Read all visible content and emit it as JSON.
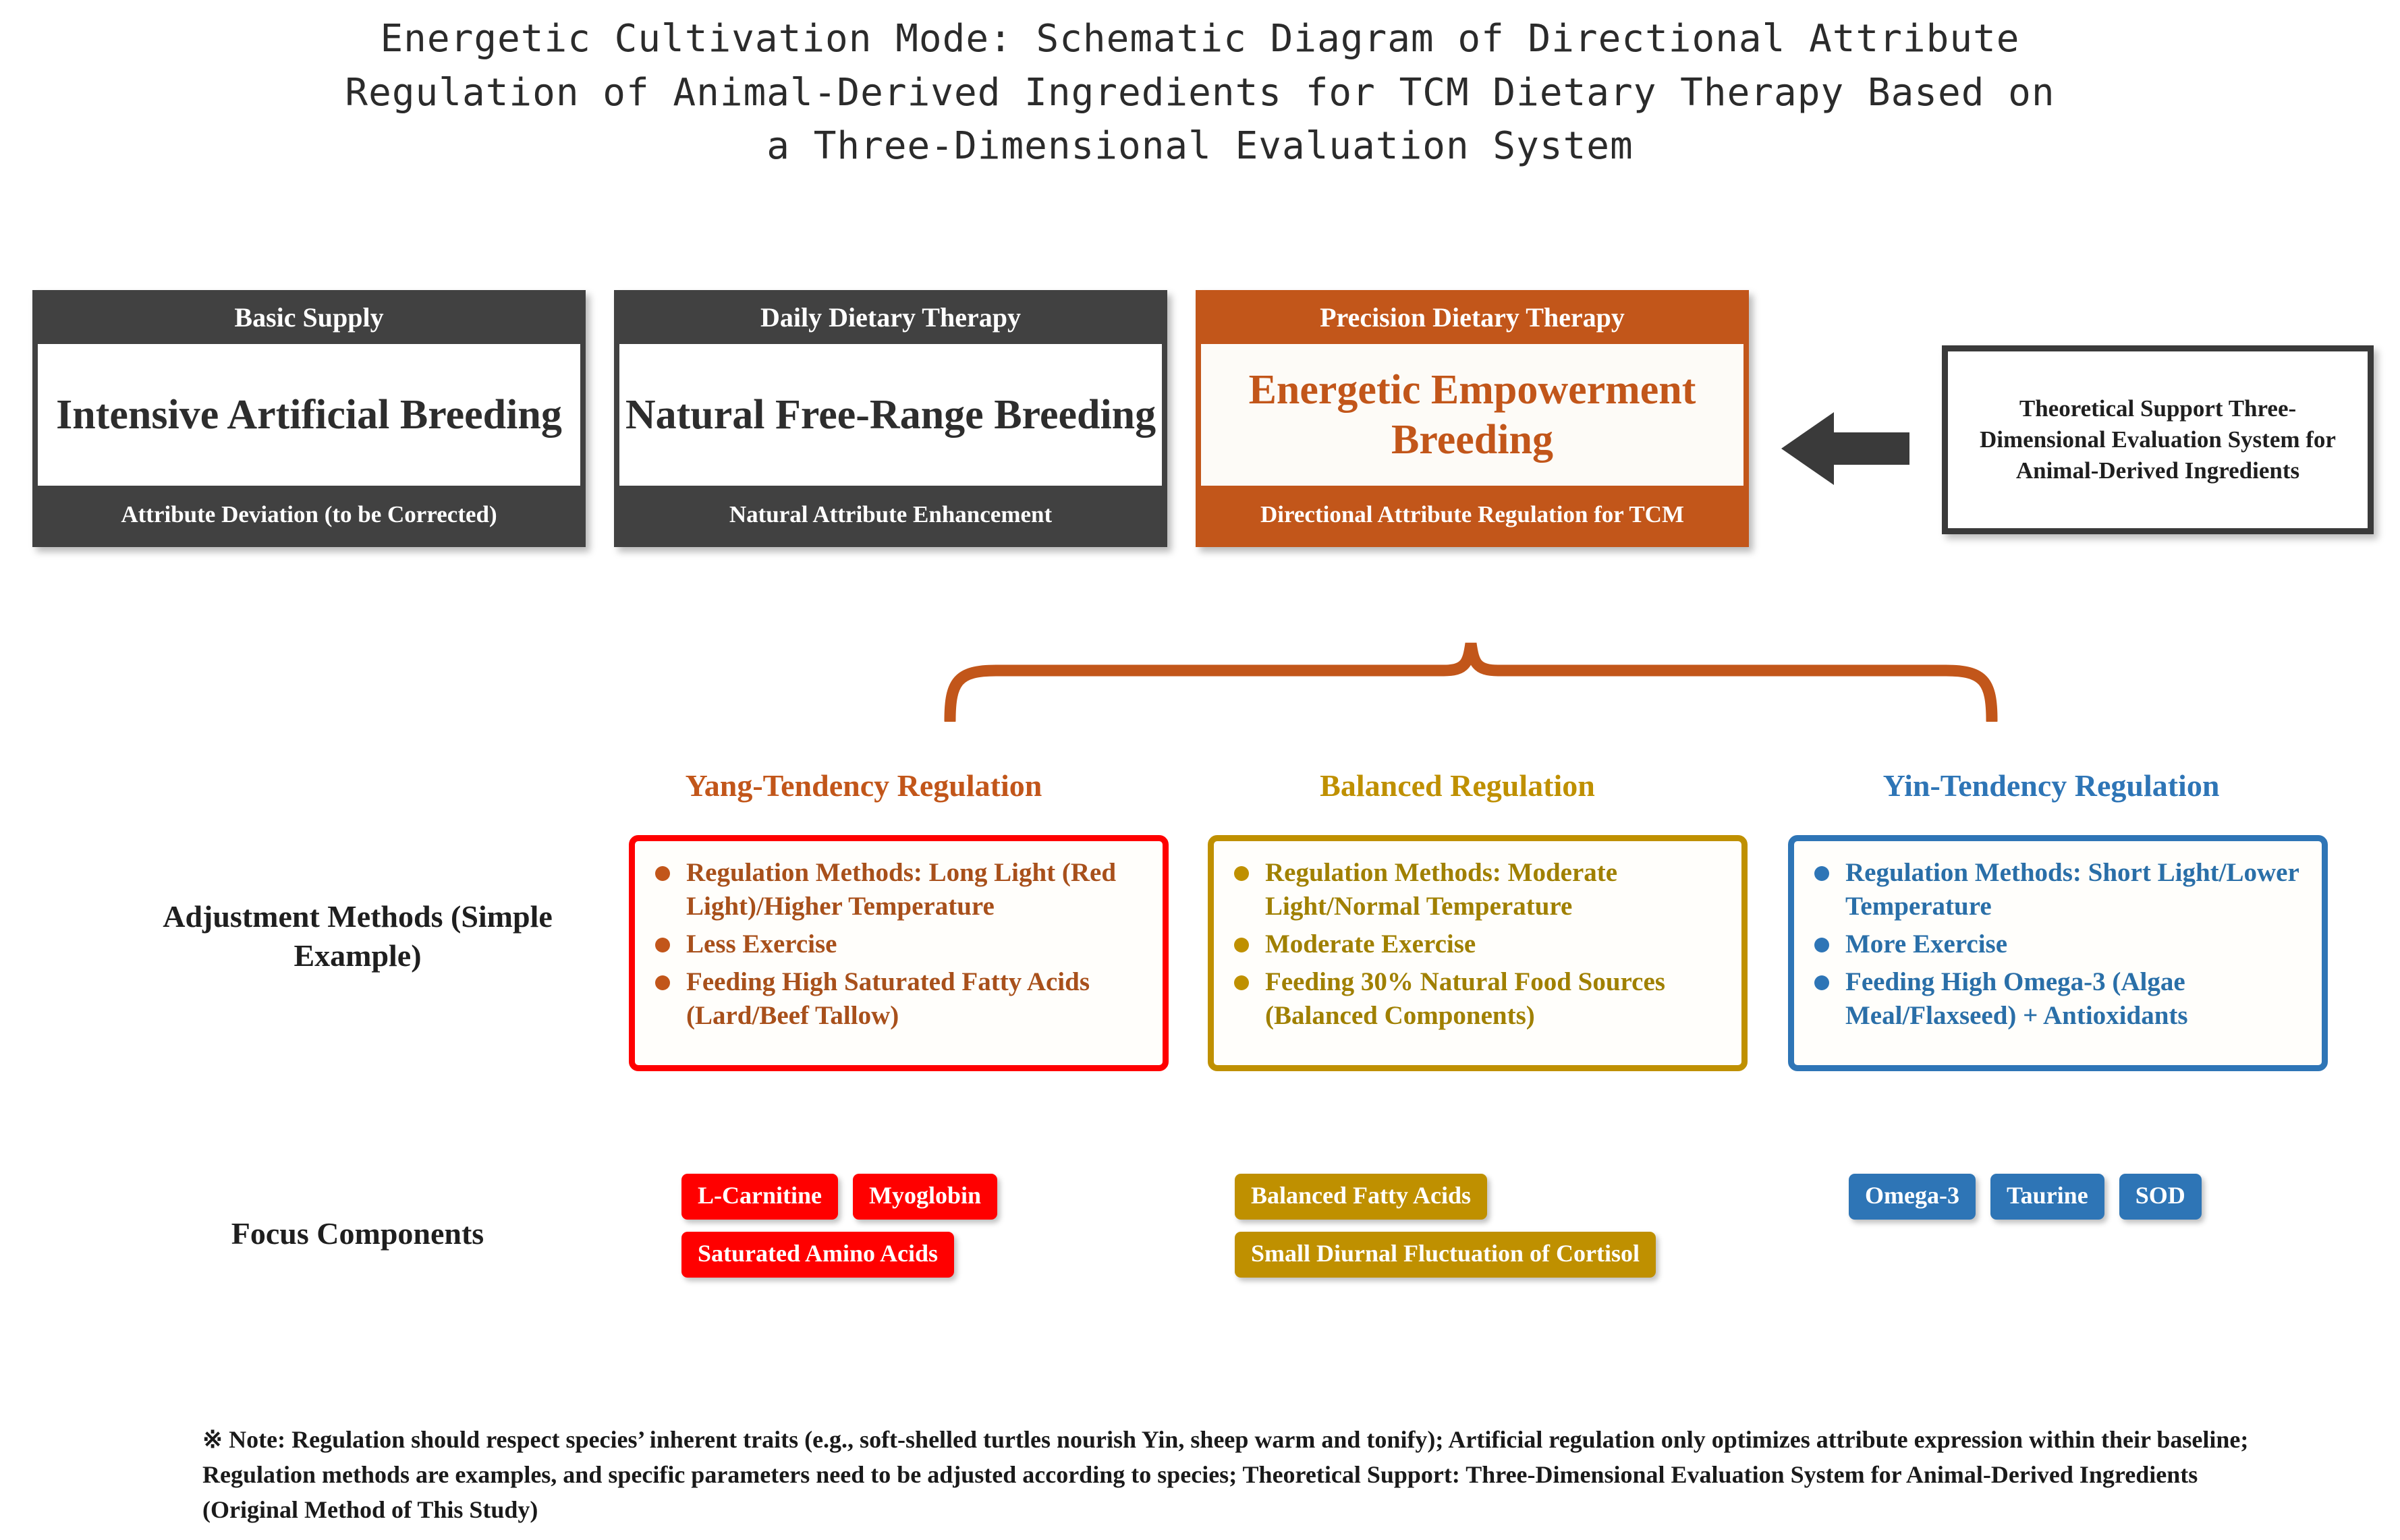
{
  "title": {
    "lines": [
      "Energetic Cultivation Mode: Schematic Diagram of Directional Attribute",
      "Regulation of Animal-Derived Ingredients for TCM Dietary Therapy Based on",
      "a Three-Dimensional Evaluation System"
    ]
  },
  "stage_cards": [
    {
      "caption": "Basic Supply",
      "title": "Intensive Artificial Breeding",
      "footer": "Attribute Deviation (to be Corrected)",
      "color": "#414141",
      "variant": "dark"
    },
    {
      "caption": "Daily Dietary Therapy",
      "title": "Natural Free-Range Breeding",
      "footer": "Natural Attribute Enhancement",
      "color": "#414141",
      "variant": "dark"
    },
    {
      "caption": "Precision Dietary Therapy",
      "title": "Energetic Empowerment Breeding",
      "footer": "Directional Attribute Regulation for TCM",
      "color": "#C2561A",
      "variant": "orange"
    }
  ],
  "support": {
    "arrow_icon": "left-arrow-icon",
    "text": "Theoretical Support Three-Dimensional Evaluation System for Animal-Derived Ingredients"
  },
  "brace": {
    "icon": "curly-brace-down-icon",
    "color": "#C2561A"
  },
  "row_labels": {
    "methods": "Adjustment Methods (Simple Example)",
    "components": "Focus Components"
  },
  "columns": [
    {
      "header": "Yang-Tendency Regulation",
      "accent": "#C2561A",
      "box_border": "#FF0000",
      "bullet_color": "#C2561A",
      "text_color": "#A8501B",
      "methods": [
        "Regulation Methods: Long Light (Red Light)/Higher Temperature",
        "Less Exercise",
        "Feeding High Saturated Fatty Acids (Lard/Beef Tallow)"
      ],
      "tag_color": "#FF0000",
      "tags": [
        "L-Carnitine",
        "Myoglobin",
        "Saturated Amino Acids"
      ]
    },
    {
      "header": "Balanced Regulation",
      "accent": "#BF9000",
      "box_border": "#BF9000",
      "bullet_color": "#BF9000",
      "text_color": "#A08000",
      "methods": [
        "Regulation Methods: Moderate Light/Normal Temperature",
        "Moderate Exercise",
        "Feeding 30% Natural Food Sources (Balanced Components)"
      ],
      "tag_color": "#BF9000",
      "tags": [
        "Balanced Fatty Acids",
        "Small Diurnal Fluctuation of Cortisol"
      ]
    },
    {
      "header": "Yin-Tendency Regulation",
      "accent": "#2E75B6",
      "box_border": "#2E75B6",
      "bullet_color": "#2E75B6",
      "text_color": "#2A6FA8",
      "methods": [
        "Regulation Methods: Short Light/Lower Temperature",
        "More Exercise",
        "Feeding High Omega-3 (Algae Meal/Flaxseed) + Antioxidants"
      ],
      "tag_color": "#2E75B6",
      "tags": [
        "Omega-3",
        "Taurine",
        "SOD"
      ]
    }
  ],
  "note": "※ Note: Regulation should respect species’ inherent traits (e.g., soft-shelled turtles nourish Yin, sheep warm and tonify); Artificial regulation only optimizes attribute expression within their baseline; Regulation methods are examples, and specific parameters need to be adjusted according to species; Theoretical Support: Three-Dimensional Evaluation System for Animal-Derived Ingredients (Original Method of This Study)"
}
